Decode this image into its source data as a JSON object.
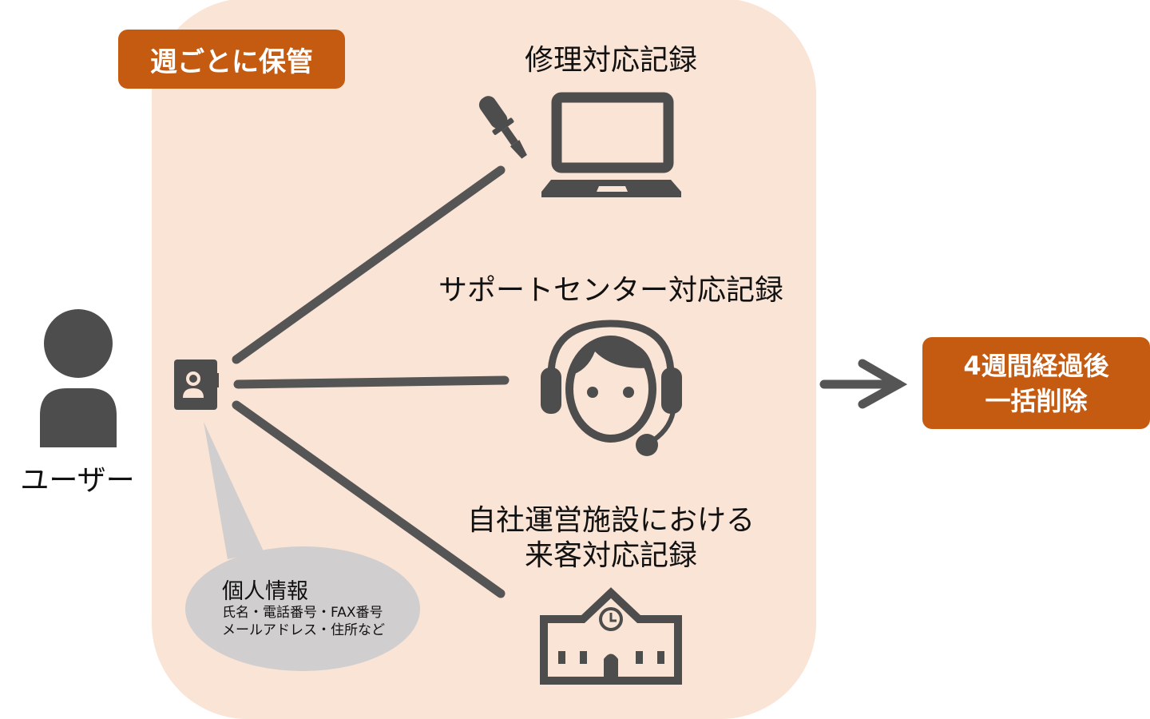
{
  "weekly_label": "週ごとに保管",
  "user_label": "ユーザー",
  "records": [
    {
      "label": "修理対応記録",
      "icon": "laptop-repair-icon"
    },
    {
      "label": "サポートセンター対応記録",
      "icon": "headset-operator-icon"
    },
    {
      "label_line1": "自社運営施設における",
      "label_line2": "来客対応記録",
      "icon": "building-icon"
    }
  ],
  "personal_info": {
    "title": "個人情報",
    "line1": "氏名・電話番号・FAX番号",
    "line2": "メールアドレス・住所など"
  },
  "deletion": {
    "line1": "4週間経過後",
    "line2": "一括削除"
  },
  "colors": {
    "accent": "#C55A11",
    "panel": "#FAE4D6",
    "icon": "#4D4D4D",
    "bubble": "#D0CECE"
  }
}
